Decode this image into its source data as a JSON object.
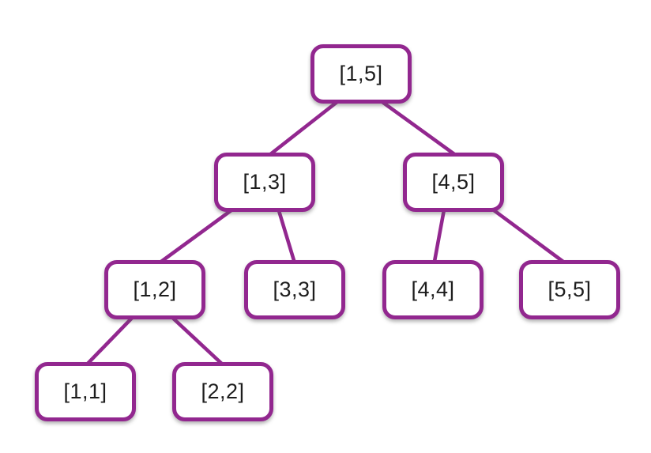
{
  "diagram": {
    "type": "tree",
    "description": "Segment tree decomposition of interval [1,5]",
    "colors": {
      "accent": "#92278F",
      "node_fill": "#ffffff",
      "label_text": "#1d1d1d",
      "background": "#ffffff"
    },
    "nodes": [
      {
        "id": "1-5",
        "label": "[1,5]",
        "level": 0
      },
      {
        "id": "1-3",
        "label": "[1,3]",
        "level": 1
      },
      {
        "id": "4-5",
        "label": "[4,5]",
        "level": 1
      },
      {
        "id": "1-2",
        "label": "[1,2]",
        "level": 2
      },
      {
        "id": "3-3",
        "label": "[3,3]",
        "level": 2
      },
      {
        "id": "4-4",
        "label": "[4,4]",
        "level": 2
      },
      {
        "id": "5-5",
        "label": "[5,5]",
        "level": 2
      },
      {
        "id": "1-1",
        "label": "[1,1]",
        "level": 3
      },
      {
        "id": "2-2",
        "label": "[2,2]",
        "level": 3
      }
    ],
    "edges": [
      {
        "from": "1-5",
        "to": "1-3"
      },
      {
        "from": "1-5",
        "to": "4-5"
      },
      {
        "from": "1-3",
        "to": "1-2"
      },
      {
        "from": "1-3",
        "to": "3-3"
      },
      {
        "from": "4-5",
        "to": "4-4"
      },
      {
        "from": "4-5",
        "to": "5-5"
      },
      {
        "from": "1-2",
        "to": "1-1"
      },
      {
        "from": "1-2",
        "to": "2-2"
      }
    ]
  }
}
